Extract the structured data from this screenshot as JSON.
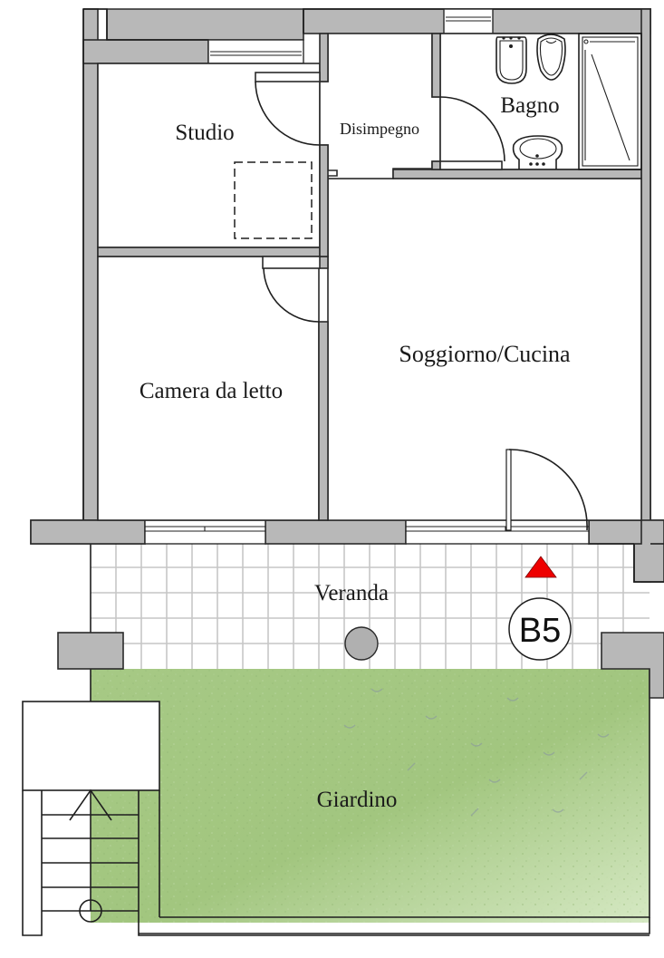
{
  "floorplan": {
    "unit_badge": "B5",
    "colors": {
      "wall": "#b8b8b8",
      "outline": "#2a2a2a",
      "tile_grid": "#c6c6c6",
      "garden": "#a8cc8a",
      "entrance_marker": "#ee0000",
      "column": "#b0b0b0"
    },
    "rooms": [
      {
        "id": "studio",
        "label": "Studio"
      },
      {
        "id": "disimpegno",
        "label": "Disimpegno"
      },
      {
        "id": "bagno",
        "label": "Bagno"
      },
      {
        "id": "soggiorno",
        "label": "Soggiorno/Cucina"
      },
      {
        "id": "camera",
        "label": "Camera da letto"
      },
      {
        "id": "veranda",
        "label": "Veranda"
      },
      {
        "id": "giardino",
        "label": "Giardino"
      }
    ],
    "fixtures": [
      "bidet",
      "toilet",
      "washbasin",
      "shower"
    ],
    "markers": [
      "entrance-triangle",
      "unit-badge",
      "column",
      "staircase-up-arrow"
    ]
  }
}
